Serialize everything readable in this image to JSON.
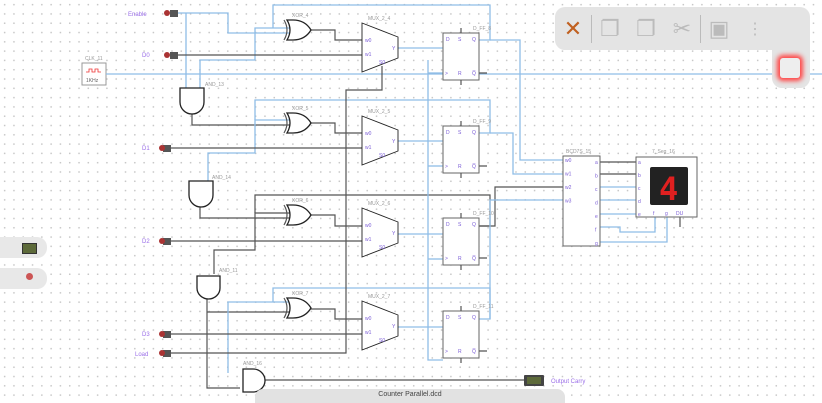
{
  "inputs": {
    "enable": "Enable",
    "d0": "D0",
    "d1": "D1",
    "d2": "D2",
    "d3": "D3",
    "load": "Load"
  },
  "clock": {
    "label": "CLK_11",
    "freq": "1KHz"
  },
  "gates": {
    "and": [
      "AND_13",
      "AND_14",
      "AND_11",
      "AND_16"
    ],
    "xor": [
      "XOR_4",
      "XOR_5",
      "XOR_6",
      "XOR_7"
    ],
    "mux": [
      "MUX_2_4",
      "MUX_2_5",
      "MUX_2_6",
      "MUX_2_7"
    ],
    "ff": [
      "D_FF_8",
      "D_FF_9",
      "D_FF_10",
      "D_FF_11"
    ]
  },
  "mux_pins": {
    "w0": "w0",
    "w1": "w1",
    "s0": "S0",
    "y": "Y"
  },
  "ff_pins": {
    "d": "D",
    "s": "S",
    "q": "Q",
    "clk": ">",
    "r": "R",
    "qn": "Q̅"
  },
  "decoder": {
    "label": "BCD7S_15",
    "inputs": [
      "w0",
      "w1",
      "w2",
      "w3"
    ],
    "outputs": [
      "a",
      "b",
      "c",
      "d",
      "e",
      "f",
      "g"
    ]
  },
  "display": {
    "label": "7_Seg_16",
    "digit": "4",
    "pins": [
      "a",
      "b",
      "c",
      "d",
      "e",
      "f",
      "g",
      "DU"
    ]
  },
  "output": {
    "label": "Output Carry"
  },
  "toolbar": {
    "icons": [
      "tools-icon",
      "copy-icon",
      "paste-icon",
      "cut-icon",
      "save-icon",
      "more-icon"
    ]
  },
  "file_tab": {
    "label": "Counter Parallel.dcd"
  },
  "colors": {
    "wire": "#555555",
    "active_wire": "#8fbde6",
    "display_segment": "#e02020",
    "label": "#9a6ee8"
  }
}
